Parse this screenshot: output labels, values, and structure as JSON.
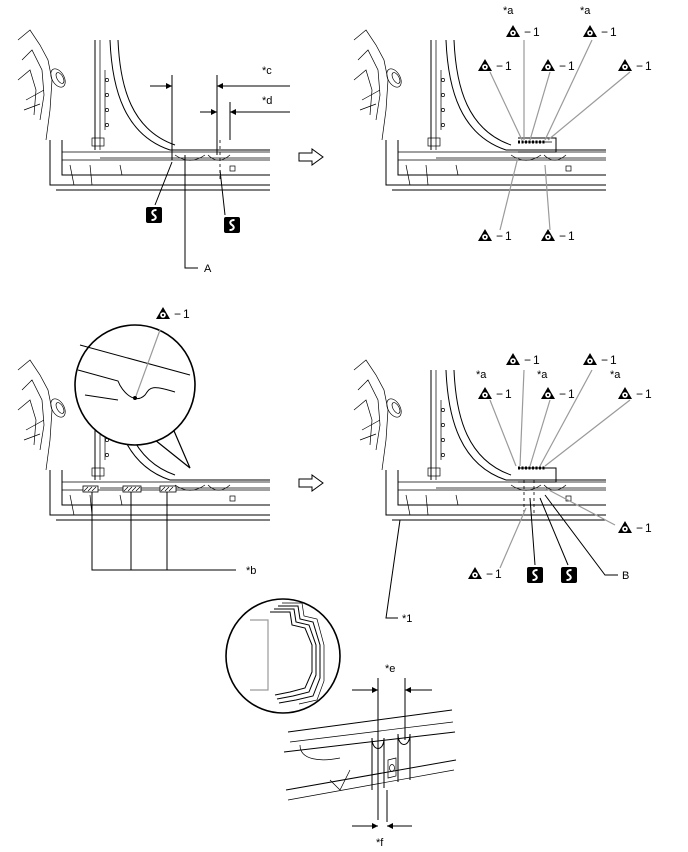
{
  "labels": {
    "dim_c": "*c",
    "dim_d": "*d",
    "dim_e": "*e",
    "dim_f": "*f",
    "note_a": "*a",
    "note_b": "*b",
    "note_1": "*1",
    "point_a": "A",
    "point_b": "B"
  },
  "weld_symbol_count": "1",
  "icons": {
    "weld_point": "weld-point-triangle-icon",
    "sealer_block": "sealer-block-icon",
    "arrow": "next-step-arrow-icon"
  }
}
